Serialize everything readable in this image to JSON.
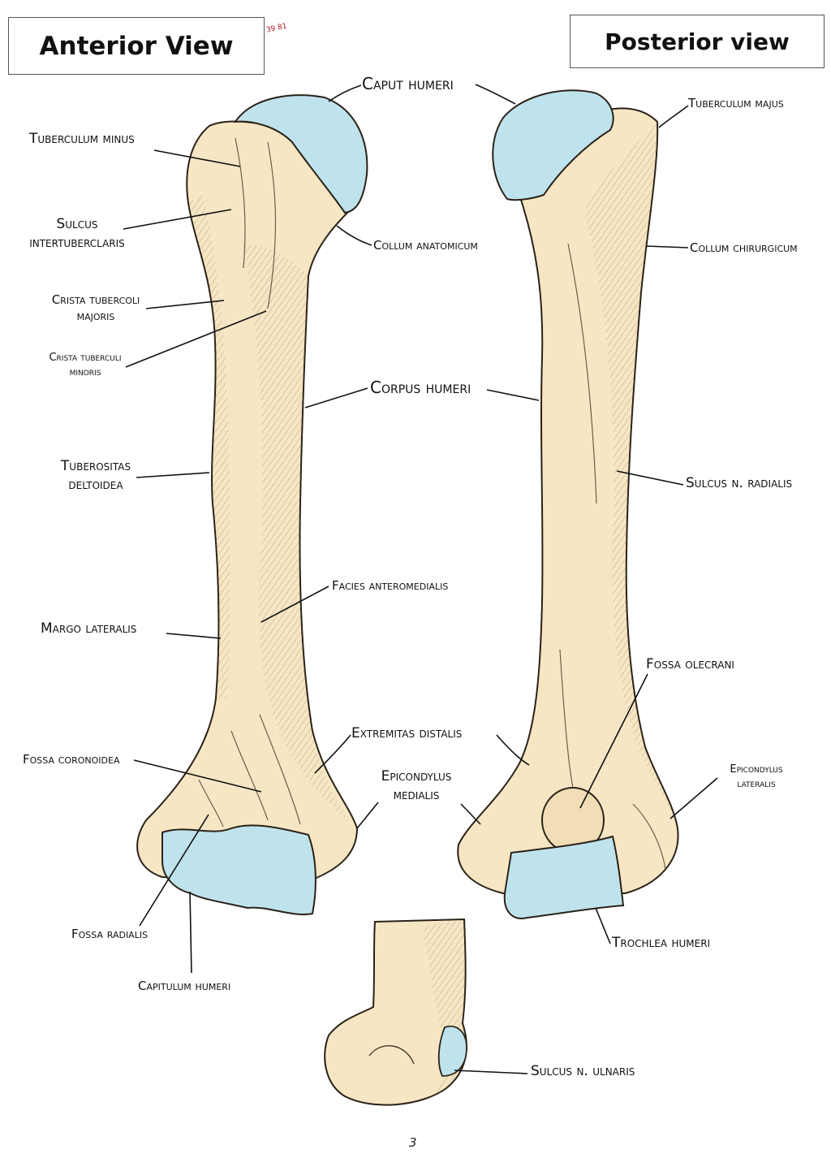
{
  "titles": {
    "anterior": "Anterior View",
    "posterior": "Posterior view"
  },
  "scribble": "39 81",
  "labels": {
    "caput_humeri": "Caput humeri",
    "tuberculum_minus": "Tuberculum minus",
    "sulcus_intertubercularis_1": "Sulcus",
    "sulcus_intertubercularis_2": "intertuberclaris",
    "collum_anatomicum": "Collum anatomicum",
    "crista_majoris_1": "Crista tubercoli",
    "crista_majoris_2": "majoris",
    "crista_minoris_1": "Crista tuberculi",
    "crista_minoris_2": "minoris",
    "corpus_humeri": "Corpus humeri",
    "tuberositas_1": "Tuberositas",
    "tuberositas_2": "deltoidea",
    "facies_anteromedialis": "Facies anteromedialis",
    "margo_lateralis": "Margo lateralis",
    "extremitas_distalis": "Extremitas distalis",
    "fossa_coronoidea": "Fossa coronoidea",
    "epicondylus_medialis_1": "Epicondylus",
    "epicondylus_medialis_2": "medialis",
    "fossa_radialis": "Fossa radialis",
    "capitulum_humeri": "Capitulum humeri",
    "tuberculum_majus": "Tuberculum majus",
    "collum_chirurgicum": "Collum chirurgicum",
    "sulcus_n_radialis": "Sulcus n. radialis",
    "fossa_olecrani": "Fossa olecrani",
    "epicondylus_lateralis_1": "Epicondylus",
    "epicondylus_lateralis_2": "lateralis",
    "trochlea_humeri": "Trochlea humeri",
    "sulcus_n_ulnaris": "Sulcus n. ulnaris"
  },
  "page_number": "3",
  "colors": {
    "bone": "#f7e6c4",
    "cartilage": "#bfe3ec",
    "outline": "#2a2218",
    "hatch": "#5a4a36"
  }
}
